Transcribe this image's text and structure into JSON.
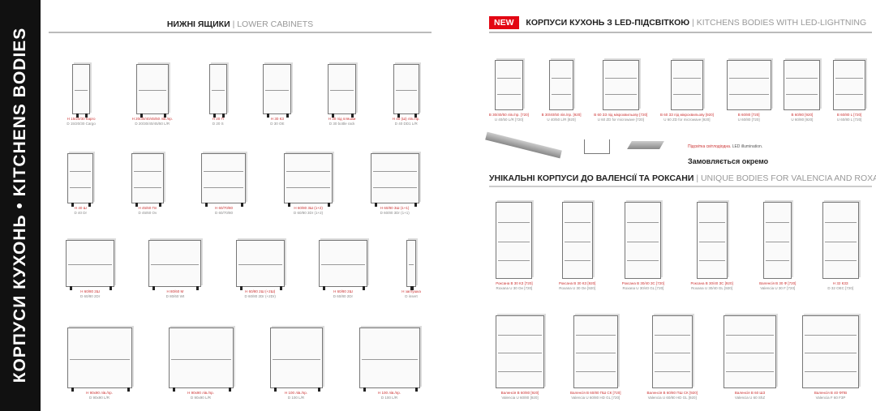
{
  "spine_title": "КОРПУСИ КУХОНЬ • KITCHENS BODIES",
  "lower": {
    "title_ua": "НИЖНІ ЯЩИКИ",
    "title_en": "| LOWER CABINETS",
    "rows": [
      [
        {
          "ua": "Н 15/20/30 Карго",
          "en": "D 15/20/30 Cargo"
        },
        {
          "ua": "Н 20/30/40/45/50 лів./пр.",
          "en": "D 20/30/40/45/50 L/R"
        },
        {
          "ua": "Н 20 П",
          "en": "D 20 S"
        },
        {
          "ua": "Н 30 КЗ",
          "en": "D 30 OE"
        },
        {
          "ua": "Н 30 під пляшки",
          "en": "D 30 bottle rack"
        },
        {
          "ua": "Н 40 (Ш) лів./пр.",
          "en": "D 40 DD1 L/R"
        }
      ],
      [
        {
          "ua": "Н 40 Ш",
          "en": "D 40 Dr"
        },
        {
          "ua": "Н 45/60 Пл",
          "en": "D 45/60 Ov"
        },
        {
          "ua": "Н 60/70/80",
          "en": "D 60/70/80"
        },
        {
          "ua": "Н 60/80 3Ш (1+2)",
          "en": "D 60/80 3Dr (1+2)"
        },
        {
          "ua": "Н 60/80 3Ш (1+1)",
          "en": "D 60/80 3Dr (1+1)"
        }
      ],
      [
        {
          "ua": "Н 60/80 2Ш",
          "en": "D 60/80 2Dr"
        },
        {
          "ua": "Н 80/60 М",
          "en": "D 80/60 Wt"
        },
        {
          "ua": "Н 60/80 2Ш (+2Ш)",
          "en": "D 60/80 2Dr (+2Dr)"
        },
        {
          "ua": "Н 60/80 2Ш",
          "en": "D 60/80 2Dr"
        },
        {
          "ua": "Н заглушка",
          "en": "D insert"
        }
      ],
      [
        {
          "ua": "Н 90х90 лів./пр.",
          "en": "D 90x90 L/R"
        },
        {
          "ua": "Н 90х90 лів./пр.",
          "en": "D 90x90 L/R"
        },
        {
          "ua": "Н 100 лів./пр.",
          "en": "D 100 L/R"
        },
        {
          "ua": "Н 100 лів./пр.",
          "en": "D 100 L/R"
        }
      ]
    ]
  },
  "led": {
    "badge": "NEW",
    "title_ua": "КОРПУСИ КУХОНЬ З LED-ПІДСВІТКОЮ",
    "title_en": "| KITCHENS BODIES WITH LED-LIGHTNING",
    "items": [
      {
        "ua": "В 30/40/50 лів./пр. [720]",
        "en": "U 40/50 L/R [720]"
      },
      {
        "ua": "В 30/40/50 лів./пр. [920]",
        "en": "U 40/50 L/R [920]"
      },
      {
        "ua": "В 60 ЗЗ під мікрохвильову [720]",
        "en": "U 60 ZD for microwave [720]"
      },
      {
        "ua": "В 60 ЗЗ під мікрохвильову [920]",
        "en": "U 60 ZD for microwave [920]"
      },
      {
        "ua": "В 60/80 [720]",
        "en": "U 60/80 [720]"
      },
      {
        "ua": "В 60/80 [920]",
        "en": "U 60/80 [920]"
      },
      {
        "ua": "В 60/80 L [720]",
        "en": "U 60/80 L [720]"
      }
    ],
    "illumination_ua": "Підсвітка світлодіодна.",
    "illumination_en": "LED illumination.",
    "order_note": "Замовляється окремо"
  },
  "unique": {
    "title_ua": "УНІКАЛЬНІ КОРПУСИ ДО ВАЛЕНСІЇ ТА РОКСАНИ",
    "title_en": "| UNIQUE BODIES FOR VALENCIA AND ROXANA",
    "rows": [
      [
        {
          "ua": "Роксана В 30 КЗ [720]",
          "en": "Roxana U 30 Oe [720]"
        },
        {
          "ua": "Роксана В 30 КЗ [920]",
          "en": "Roxana U 30 Oe [920]"
        },
        {
          "ua": "Роксана В 30/40 ЗС [720]",
          "en": "Roxana U 30/40 GL [720]"
        },
        {
          "ua": "Роксана В 30/40 ЗС [920]",
          "en": "Roxana U 30/40 GL [920]"
        },
        {
          "ua": "Валенсія В 30 Ф [720]",
          "en": "Valencia U 30 F [720]"
        },
        {
          "ua": "Н 32 КЗЗ",
          "en": "D 32 OEC [720]"
        }
      ],
      [
        {
          "ua": "Валенсія В 60/80 [920]",
          "en": "Valencia U 60/80 [920]"
        },
        {
          "ua": "Валенсія В 60/80 ПШ СК [720]",
          "en": "Valencia U 60/80 HD GL [720]"
        },
        {
          "ua": "Валенсія В 60/80 ПШ СК [920]",
          "en": "Valencia U 60/80 HD GL [920]"
        },
        {
          "ua": "Валенсія В 60 ШЗ",
          "en": "Valencia U 60 ShZ"
        },
        {
          "ua": "Валенсія В 40 ФПВ",
          "en": "Valencia F 60 F3P"
        }
      ]
    ]
  }
}
